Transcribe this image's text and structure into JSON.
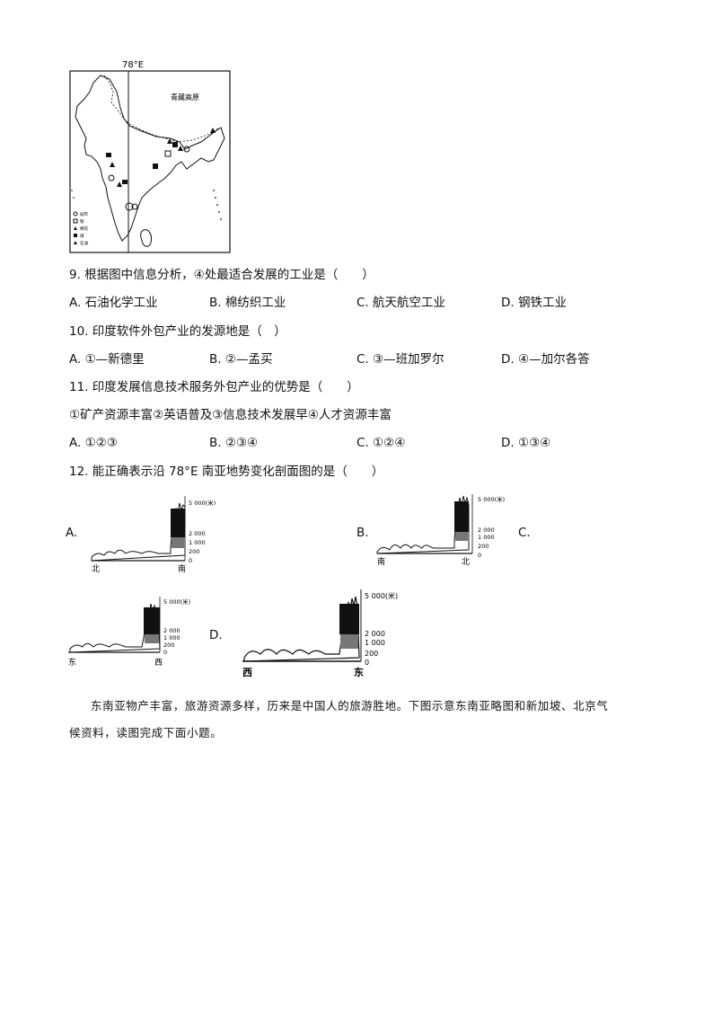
{
  "map": {
    "meridian_label": "78°E",
    "region_label": "青藏高原",
    "legend": [
      "城市",
      "铁",
      "棉花",
      "煤",
      "石油"
    ]
  },
  "q9": {
    "stem": "9. 根据图中信息分析，④处最适合发展的工业是（　　）",
    "options": [
      "A.  石油化学工业",
      "B.  棉纺织工业",
      "C.  航天航空工业",
      "D.  钢铁工业"
    ]
  },
  "q10": {
    "stem": "10.  印度软件外包产业的发源地是（　）",
    "options": [
      "A. ①—新德里",
      "B. ②—孟买",
      "C. ③—班加罗尔",
      "D. ④—加尔各答"
    ]
  },
  "q11": {
    "stem": "11.  印度发展信息技术服务外包产业的优势是（　　）",
    "statements": "①矿产资源丰富②英语普及③信息技术发展早④人才资源丰富",
    "options": [
      "A. ①②③",
      "B. ②③④",
      "C. ①②④",
      "D. ①③④"
    ]
  },
  "q12": {
    "stem": "12.  能正确表示沿 78°E 南亚地势变化剖面图的是（　　）",
    "option_letters": [
      "A.",
      "B.",
      "C.",
      "D."
    ],
    "profiles": [
      {
        "left": "北",
        "right": "南",
        "top_label": "5 000(米)",
        "ticks": [
          "2 000",
          "1 000",
          "200",
          "0"
        ]
      },
      {
        "left": "南",
        "right": "北",
        "top_label": "5 000(米)",
        "ticks": [
          "2 000",
          "1 000",
          "200",
          "0"
        ]
      },
      {
        "left": "东",
        "right": "西",
        "top_label": "5 000(米)",
        "ticks": [
          "2 000",
          "1 000",
          "200",
          "0"
        ]
      },
      {
        "left": "西",
        "right": "东",
        "top_label": "5 000(米)",
        "ticks": [
          "2 000",
          "1 000",
          "200",
          "0"
        ]
      }
    ]
  },
  "intro": {
    "line1": "东南亚物产丰富，旅游资源多样，历来是中国人的旅游胜地。下图示意东南亚略图和新加坡、北京气",
    "line2": "候资料，读图完成下面小题。"
  }
}
